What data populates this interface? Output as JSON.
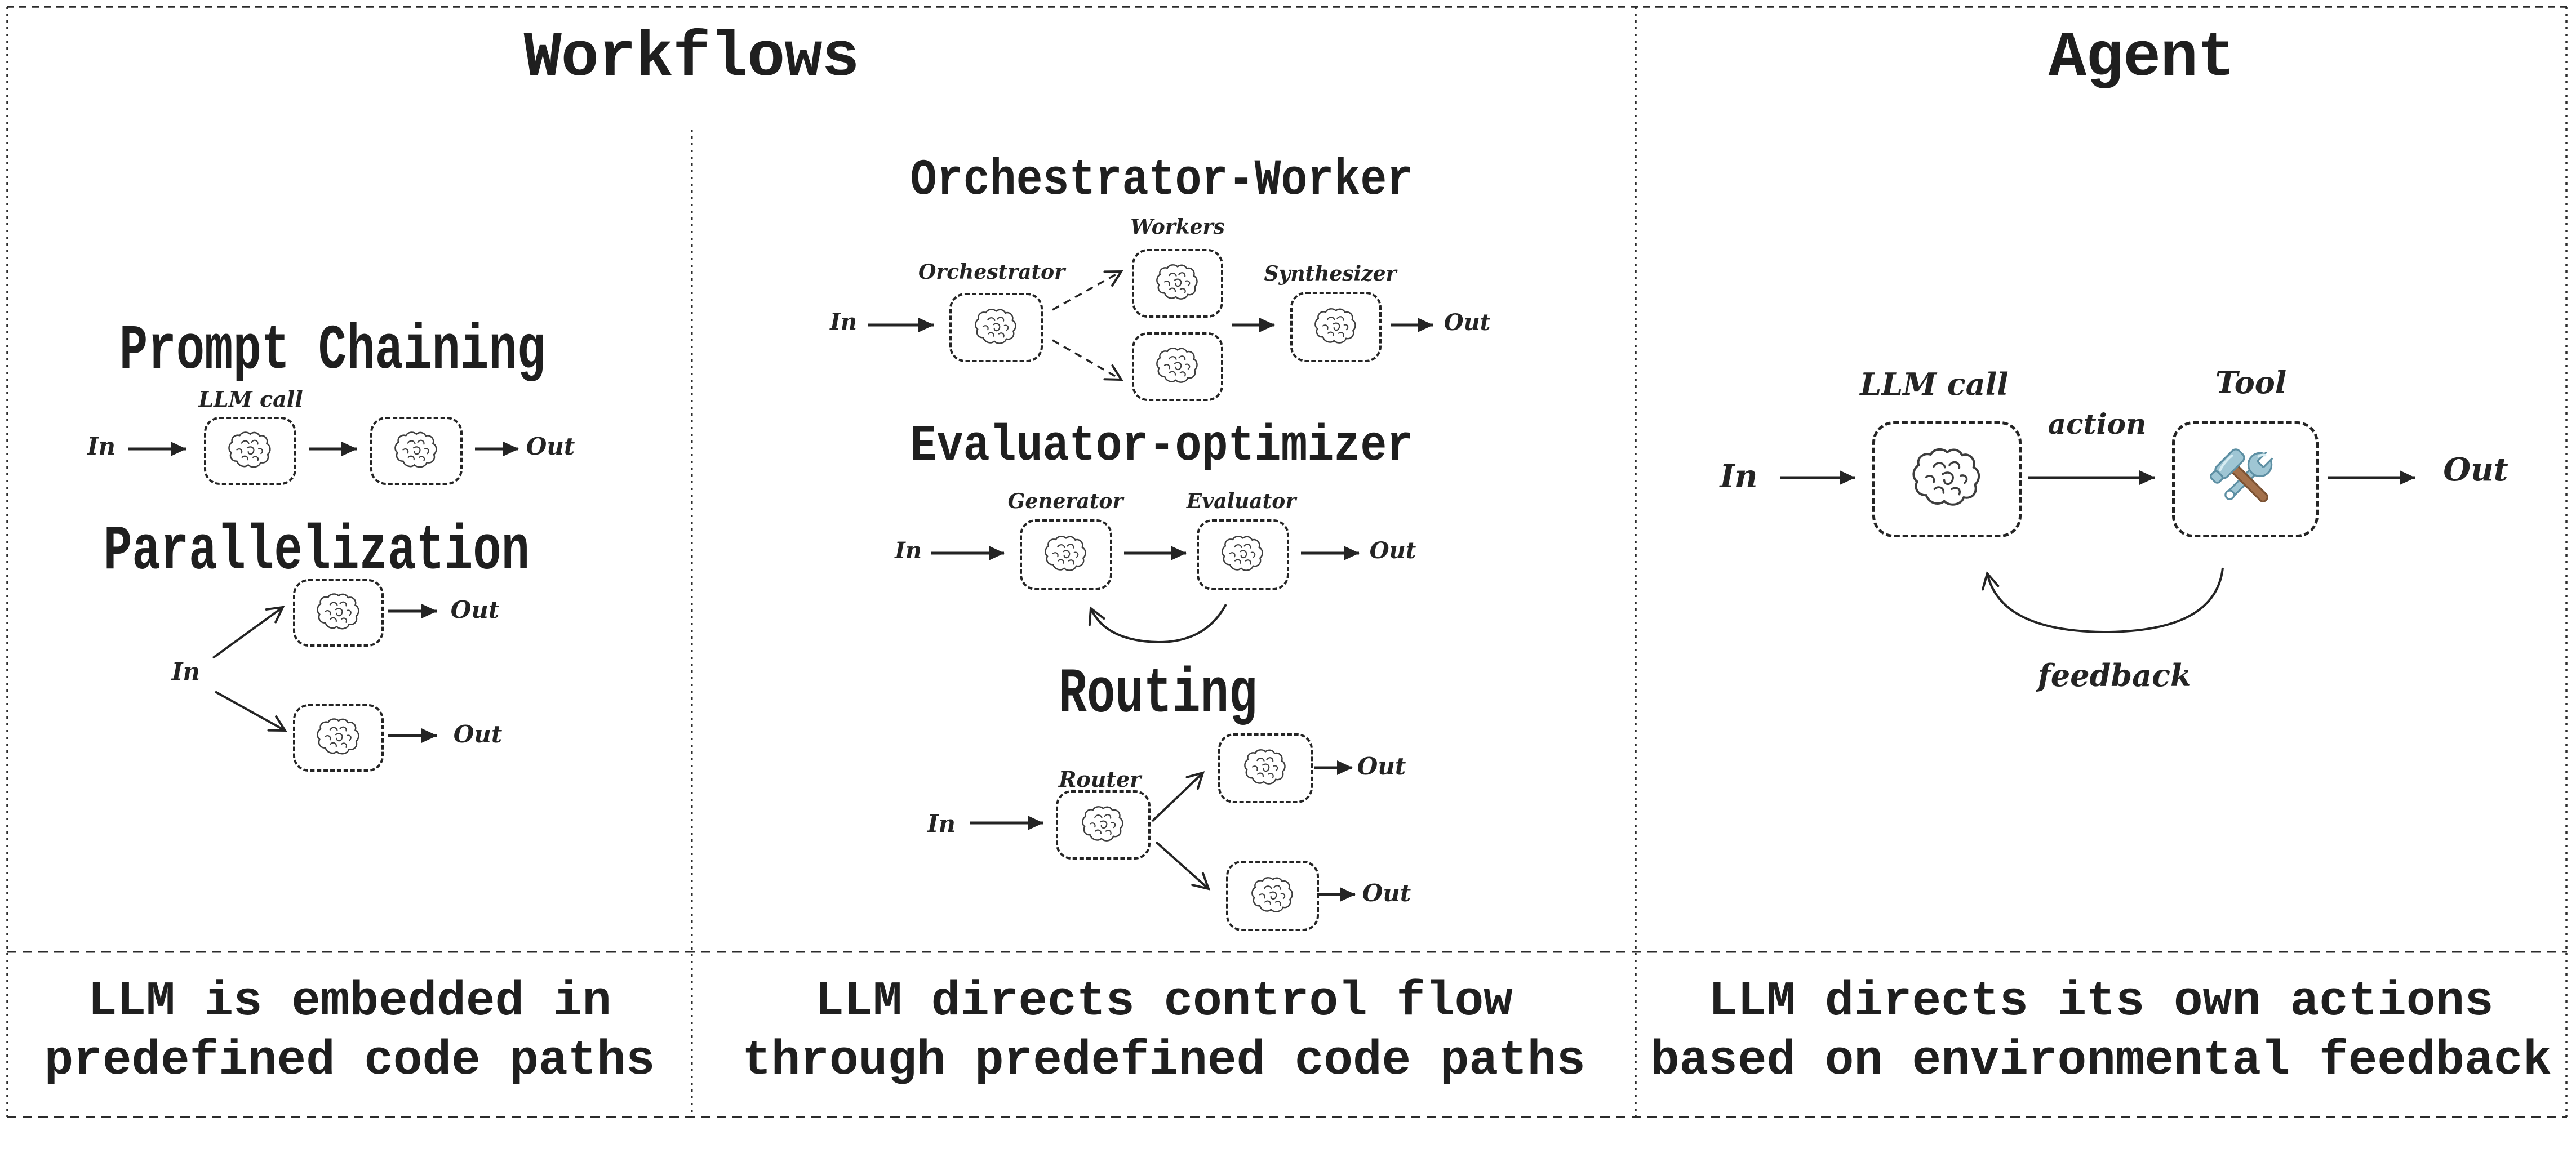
{
  "workflows": {
    "title": "Workflows",
    "caption_left": "LLM is embedded in\npredefined code paths",
    "caption_right": "LLM directs control flow\nthrough predefined code paths",
    "prompt_chaining": {
      "heading": "Prompt Chaining",
      "box_label": "LLM call",
      "in_label": "In",
      "out_label": "Out"
    },
    "parallelization": {
      "heading": "Parallelization",
      "in_label": "In",
      "out_top_label": "Out",
      "out_bottom_label": "Out"
    },
    "orchestrator_worker": {
      "heading": "Orchestrator-Worker",
      "orchestrator_label": "Orchestrator",
      "workers_label": "Workers",
      "synthesizer_label": "Synthesizer",
      "in_label": "In",
      "out_label": "Out"
    },
    "evaluator_optimizer": {
      "heading": "Evaluator-optimizer",
      "generator_label": "Generator",
      "evaluator_label": "Evaluator",
      "in_label": "In",
      "out_label": "Out"
    },
    "routing": {
      "heading": "Routing",
      "router_label": "Router",
      "in_label": "In",
      "out_top_label": "Out",
      "out_bottom_label": "Out"
    }
  },
  "agent": {
    "title": "Agent",
    "llm_label": "LLM call",
    "tool_label": "Tool",
    "action_label": "action",
    "feedback_label": "feedback",
    "in_label": "In",
    "out_label": "Out",
    "caption": "LLM directs its own actions\nbased on environmental feedback"
  },
  "icons": {
    "node": "brain-icon",
    "tool": "hammer-wrench-icon"
  },
  "colors": {
    "ink": "#242424",
    "tool_blue": "#9fc6d4",
    "tool_blue_dark": "#5d8fa3",
    "tool_blue_light": "#d6ecf2",
    "hammer_brown": "#a4714b"
  }
}
